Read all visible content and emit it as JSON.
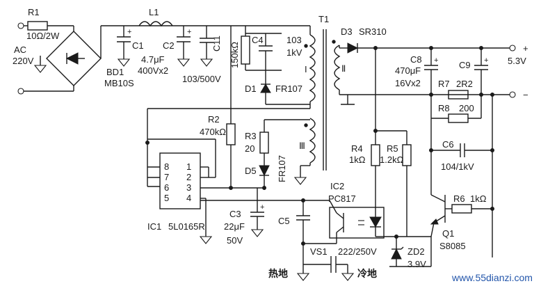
{
  "labels": {
    "r1": "R1",
    "r1_val": "10Ω/2W",
    "ac": "AC",
    "ac_v": "220V",
    "bd1": "BD1",
    "bd1_part": "MB10S",
    "l1": "L1",
    "c1": "C1",
    "c2": "C2",
    "c1c2_val1": "4.7μF",
    "c1c2_val2": "400Vx2",
    "c11": "C11",
    "c11_val": "103/500V",
    "r150k": "150kΩ",
    "c4": "C4",
    "c4_val1": "103",
    "c4_val2": "1kV",
    "d1": "D1",
    "d1_part": "FR107",
    "winding1": "I",
    "t1": "T1",
    "d3": "D3",
    "d3_part": "SR310",
    "winding2": "Ⅱ",
    "c8": "C8",
    "c8_val1": "470μF",
    "c8_val2": "16Vx2",
    "c9": "C9",
    "out_plus": "+",
    "out_v": "5.3V",
    "out_minus": "−",
    "r7": "R7",
    "r7_val": "2R2",
    "r8": "R8",
    "r8_val": "200",
    "r2": "R2",
    "r2_val": "470kΩ",
    "r3": "R3",
    "r3_val": "20",
    "winding3": "Ⅲ",
    "d5": "D5",
    "d5_part": "FR107",
    "r4": "R4",
    "r4_val": "1kΩ",
    "r5": "R5",
    "r5_val": "1.2kΩ",
    "c6": "C6",
    "c6_val": "104/1kV",
    "ic2": "IC2",
    "ic2_part": "PC817",
    "r6": "R6",
    "r6_val": "1kΩ",
    "q1": "Q1",
    "q1_part": "S8085",
    "ic1": "IC1",
    "ic1_part": "5L0165R",
    "c3": "C3",
    "c3_val1": "22μF",
    "c3_val2": "50V",
    "c5": "C5",
    "vs1": "VS1",
    "vs1_val": "222/250V",
    "zd2": "ZD2",
    "zd2_val": "3.9V",
    "hot_ground": "热地",
    "cold_ground": "冷地",
    "watermark": "www.55dianzi.com",
    "pins": [
      "8",
      "7",
      "6",
      "5",
      "1",
      "2",
      "3",
      "4"
    ]
  },
  "colors": {
    "ink": "#1a1a1a",
    "watermark": "#2255aa"
  }
}
